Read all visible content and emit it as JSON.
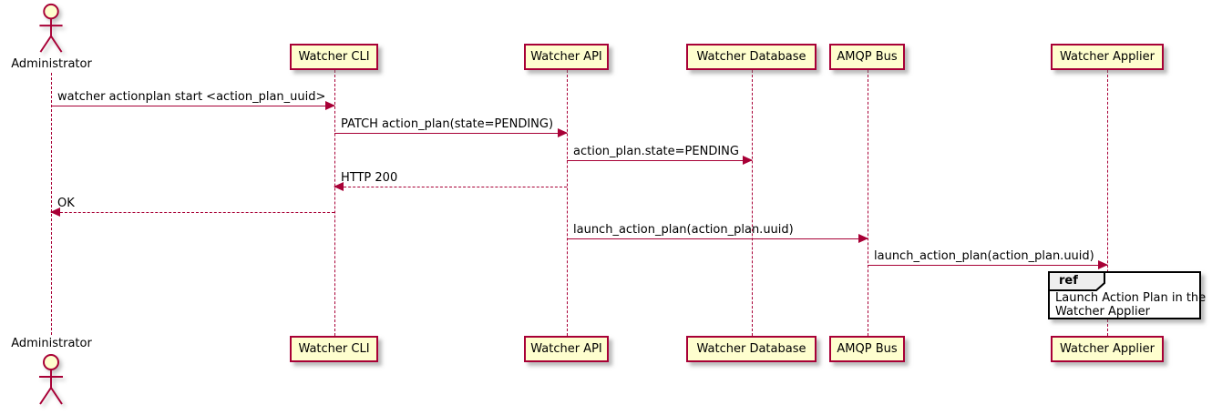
{
  "actor": {
    "label": "Administrator"
  },
  "participants": [
    {
      "id": "watcher-cli",
      "label": "Watcher CLI"
    },
    {
      "id": "watcher-api",
      "label": "Watcher API"
    },
    {
      "id": "watcher-database",
      "label": "Watcher Database"
    },
    {
      "id": "amqp-bus",
      "label": "AMQP Bus"
    },
    {
      "id": "watcher-applier",
      "label": "Watcher Applier"
    }
  ],
  "messages": [
    {
      "from": "Administrator",
      "to": "Watcher CLI",
      "label": "watcher actionplan start <action_plan_uuid>",
      "line": "solid",
      "direction": "right"
    },
    {
      "from": "Watcher CLI",
      "to": "Watcher API",
      "label": "PATCH action_plan(state=PENDING)",
      "line": "solid",
      "direction": "right"
    },
    {
      "from": "Watcher API",
      "to": "Watcher Database",
      "label": "action_plan.state=PENDING",
      "line": "solid",
      "direction": "right"
    },
    {
      "from": "Watcher API",
      "to": "Watcher CLI",
      "label": "HTTP 200",
      "line": "dashed",
      "direction": "left"
    },
    {
      "from": "Watcher CLI",
      "to": "Administrator",
      "label": "OK",
      "line": "dashed",
      "direction": "left"
    },
    {
      "from": "Watcher API",
      "to": "AMQP Bus",
      "label": "launch_action_plan(action_plan.uuid)",
      "line": "solid",
      "direction": "right"
    },
    {
      "from": "AMQP Bus",
      "to": "Watcher Applier",
      "label": "launch_action_plan(action_plan.uuid)",
      "line": "solid",
      "direction": "right"
    }
  ],
  "ref": {
    "keyword": "ref",
    "line1": "Launch Action Plan in the",
    "line2": "Watcher Applier"
  },
  "colors": {
    "stroke": "#A80036",
    "participant_fill": "#FEFECE",
    "ref_header_fill": "#EEEEEE",
    "ref_border": "#000000",
    "text": "#000000",
    "background": "#FFFFFF"
  }
}
